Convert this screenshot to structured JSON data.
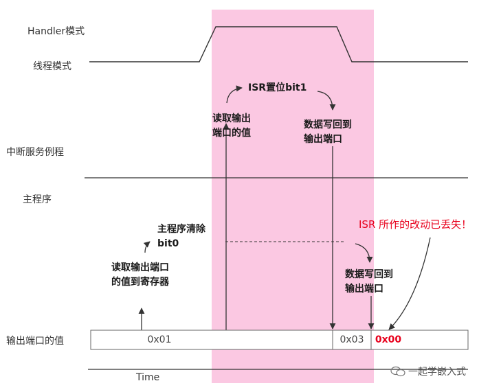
{
  "lanes": {
    "handler": "Handler模式",
    "thread": "线程模式",
    "isr": "中断服务例程",
    "main": "主程序",
    "port_value": "输出端口的值"
  },
  "annotations": {
    "isr_set_bit": "ISR置位bit1",
    "isr_read_line1": "读取输出",
    "isr_read_line2": "端口的值",
    "isr_write_line1": "数据写回到",
    "isr_write_line2": "输出端口",
    "main_clear_line1": "主程序清除",
    "main_clear_line2": "bit0",
    "main_read_line1": "读取输出端口",
    "main_read_line2": "的值到寄存器",
    "main_write_line1": "数据写回到",
    "main_write_line2": "输出端口",
    "lost_change": "ISR 所作的改动已丢失！"
  },
  "port_values": {
    "v1": "0x01",
    "v2": "0x03",
    "v3": "0x00"
  },
  "axis": {
    "time": "Time"
  },
  "watermark": {
    "text": "一起学嵌入式"
  },
  "colors": {
    "isr_window": "#fbc8e2",
    "alert": "#e8001c",
    "line": "#333333"
  }
}
